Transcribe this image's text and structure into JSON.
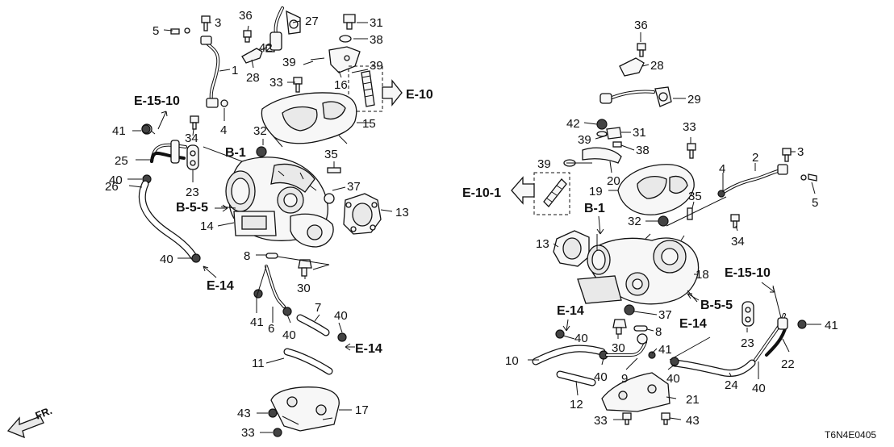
{
  "diagram_code": "T6N4E0405",
  "front_label": "FR.",
  "references": {
    "e15_10": "E-15-10",
    "e10": "E-10",
    "e10_1": "E-10-1",
    "b1": "B-1",
    "b5_5": "B-5-5",
    "e14": "E-14"
  },
  "part_numbers": {
    "p1": "1",
    "p2": "2",
    "p3": "3",
    "p4": "4",
    "p5": "5",
    "p6": "6",
    "p7": "7",
    "p8": "8",
    "p9": "9",
    "p10": "10",
    "p11": "11",
    "p12": "12",
    "p13": "13",
    "p14": "14",
    "p15": "15",
    "p16": "16",
    "p17": "17",
    "p18": "18",
    "p19": "19",
    "p20": "20",
    "p21": "21",
    "p22": "22",
    "p23": "23",
    "p24": "24",
    "p25": "25",
    "p26": "26",
    "p27": "27",
    "p28": "28",
    "p29": "29",
    "p30": "30",
    "p31": "31",
    "p32": "32",
    "p33": "33",
    "p34": "34",
    "p35": "35",
    "p36": "36",
    "p37": "37",
    "p38": "38",
    "p39": "39",
    "p40": "40",
    "p41": "41",
    "p42": "42",
    "p43": "43"
  }
}
